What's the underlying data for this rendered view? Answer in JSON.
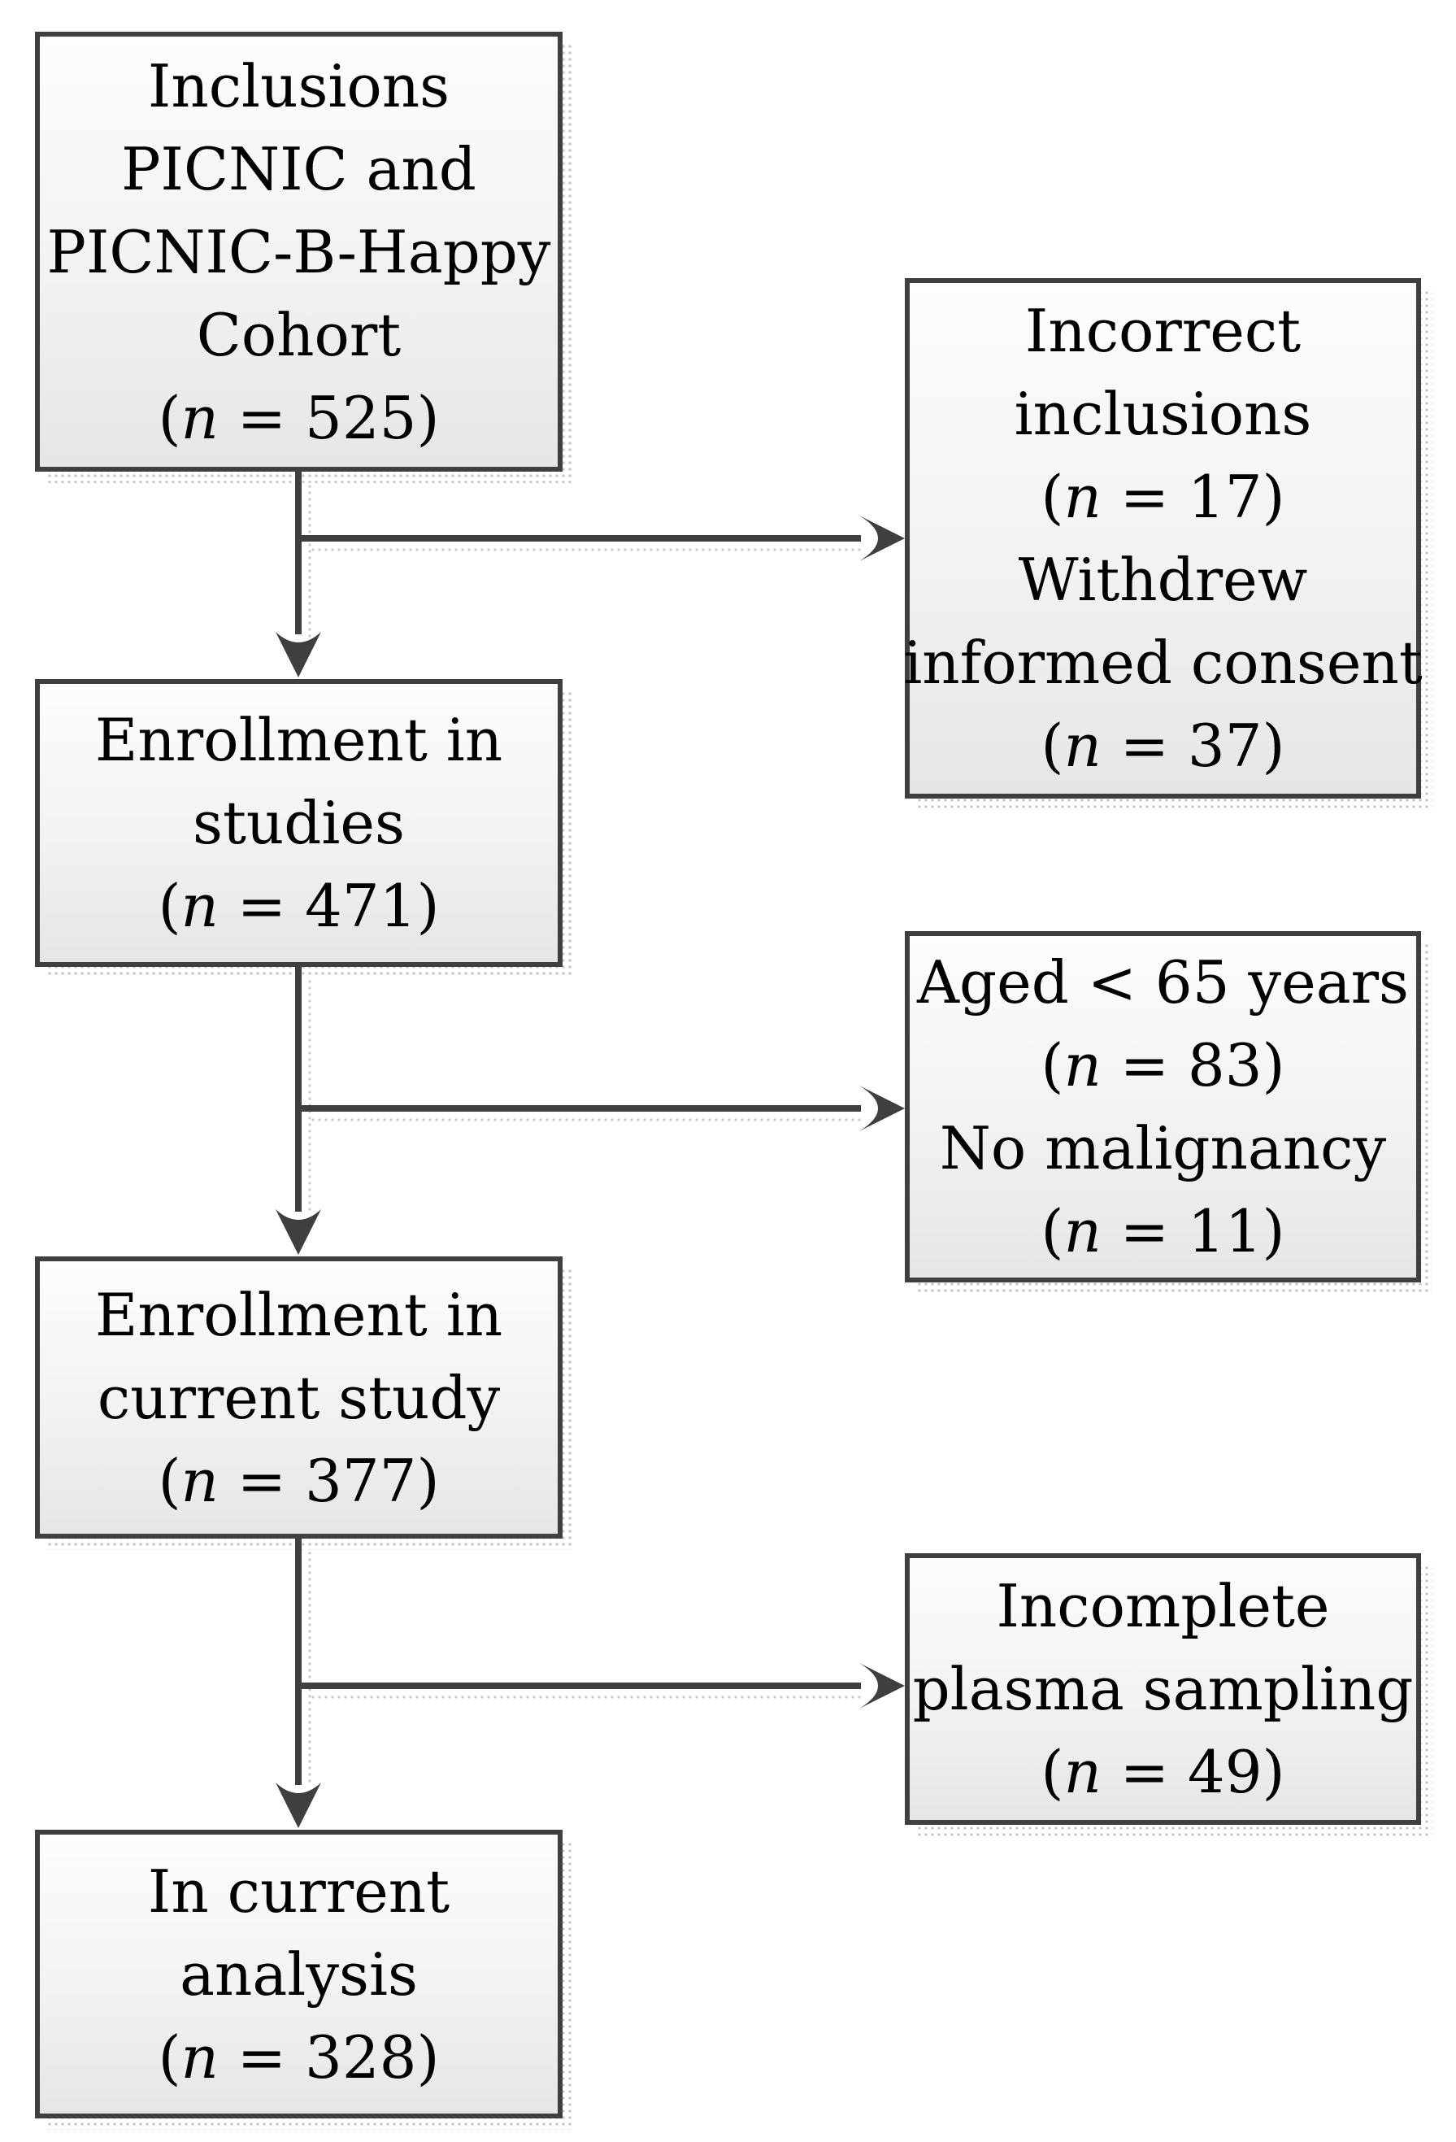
{
  "colors": {
    "line": "#3f3f3f",
    "box_border": "#3f3f3f",
    "box_fill_top": "#fdfdfd",
    "box_fill_bottom": "#e6e6e6",
    "shadow_dot": "#c6c6c6",
    "text": "#000000",
    "background": "#ffffff"
  },
  "left_boxes": [
    {
      "name": "inclusions-cohort",
      "rows": [
        {
          "text": "Inclusions"
        },
        {
          "text": "PICNIC and"
        },
        {
          "text": "PICNIC-B-Happy"
        },
        {
          "text": "Cohort"
        },
        {
          "pre": "(",
          "var": "n",
          "post": " = 525)"
        }
      ]
    },
    {
      "name": "enrollment-studies",
      "rows": [
        {
          "text": "Enrollment in"
        },
        {
          "text": "studies"
        },
        {
          "pre": "(",
          "var": "n",
          "post": " = 471)"
        }
      ]
    },
    {
      "name": "enrollment-current-study",
      "rows": [
        {
          "text": "Enrollment in"
        },
        {
          "text": "current study"
        },
        {
          "pre": "(",
          "var": "n",
          "post": " = 377)"
        }
      ]
    },
    {
      "name": "in-current-analysis",
      "rows": [
        {
          "text": "In current"
        },
        {
          "text": "analysis"
        },
        {
          "pre": "(",
          "var": "n",
          "post": " = 328)"
        }
      ]
    }
  ],
  "right_boxes": [
    {
      "name": "incorrect-inclusions-withdrew-consent",
      "rows": [
        {
          "text": "Incorrect"
        },
        {
          "text": "inclusions"
        },
        {
          "pre": "(",
          "var": "n",
          "post": " = 17)"
        },
        {
          "text": "Withdrew"
        },
        {
          "text": "informed consent"
        },
        {
          "pre": "(",
          "var": "n",
          "post": " = 37)"
        }
      ]
    },
    {
      "name": "aged-under-65-no-malignancy",
      "rows": [
        {
          "text": "Aged < 65 years"
        },
        {
          "pre": "(",
          "var": "n",
          "post": " = 83)"
        },
        {
          "text": "No malignancy"
        },
        {
          "pre": "(",
          "var": "n",
          "post": " = 11)"
        }
      ]
    },
    {
      "name": "incomplete-plasma-sampling",
      "rows": [
        {
          "text": "Incomplete"
        },
        {
          "text": "plasma sampling"
        },
        {
          "pre": "(",
          "var": "n",
          "post": " = 49)"
        }
      ]
    }
  ],
  "arrows": [
    {
      "from": "inclusions-cohort",
      "to": "enrollment-studies",
      "direction": "down"
    },
    {
      "from": "inclusions-cohort",
      "to": "incorrect-inclusions-withdrew-consent",
      "direction": "right"
    },
    {
      "from": "enrollment-studies",
      "to": "enrollment-current-study",
      "direction": "down"
    },
    {
      "from": "enrollment-studies",
      "to": "aged-under-65-no-malignancy",
      "direction": "right"
    },
    {
      "from": "enrollment-current-study",
      "to": "in-current-analysis",
      "direction": "down"
    },
    {
      "from": "enrollment-current-study",
      "to": "incomplete-plasma-sampling",
      "direction": "right"
    }
  ]
}
